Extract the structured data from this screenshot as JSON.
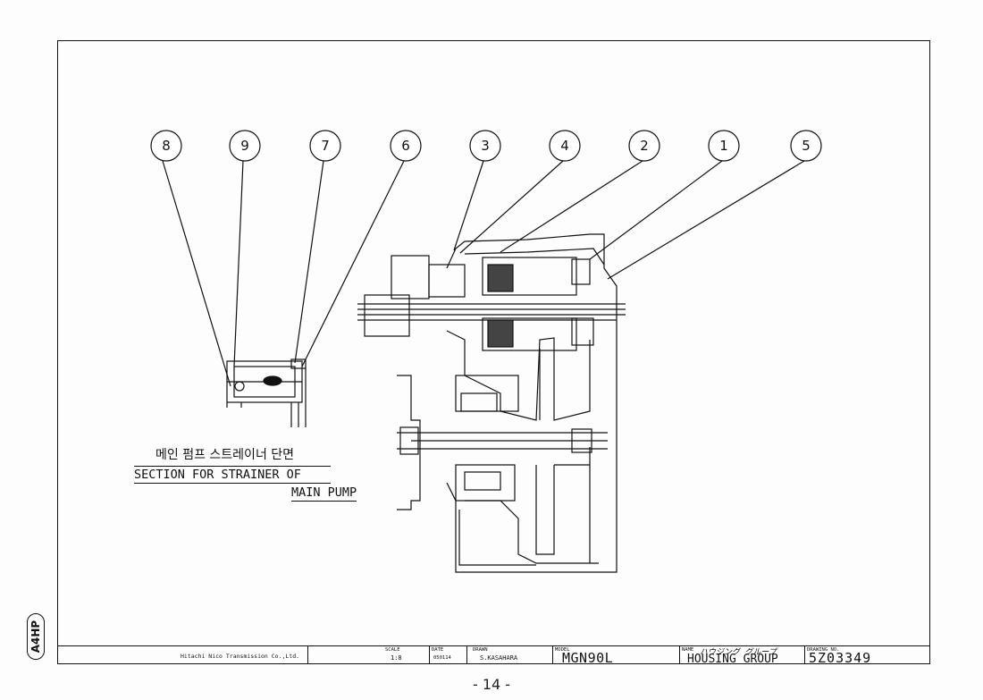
{
  "side_tag": "A4HP",
  "balloons": [
    "8",
    "9",
    "7",
    "6",
    "3",
    "4",
    "2",
    "1",
    "5"
  ],
  "caption": {
    "korean": "메인 펌프 스트레이너 단면",
    "english_line1": "SECTION FOR STRAINER OF",
    "english_line2": "MAIN PUMP"
  },
  "title_block": {
    "company": "Hitachi Nico Transmission Co.,Ltd.",
    "scale_label": "SCALE",
    "scale_value": "1:8",
    "date_label": "DATE",
    "date_value": "050114",
    "drawn_label": "DRAWN",
    "drawn_value": "S.KASAHARA",
    "model_label": "MODEL",
    "model_value": "MGN90L",
    "name_label": "NAME",
    "name_jp": "ハウジング グループ",
    "name_value": "HOUSING GROUP",
    "drawing_no_label": "DRAWING NO.",
    "drawing_no_value": "5Z03349"
  },
  "page_number": "- 14 -"
}
